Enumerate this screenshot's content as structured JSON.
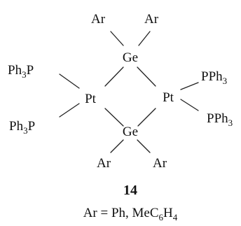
{
  "structure": {
    "ge_top": "Ge",
    "ge_bottom": "Ge",
    "pt_left": "Pt",
    "pt_right": "Pt",
    "ar_top_left": "Ar",
    "ar_top_right": "Ar",
    "ar_bottom_left": "Ar",
    "ar_bottom_right": "Ar",
    "ligand_left_top": {
      "main": "Ph",
      "sub": "3",
      "tail": "P"
    },
    "ligand_left_bottom": {
      "main": "Ph",
      "sub": "3",
      "tail": "P"
    },
    "ligand_right_top": {
      "main": "PPh",
      "sub": "3"
    },
    "ligand_right_bottom": {
      "main": "PPh",
      "sub": "3"
    }
  },
  "compound_number": "14",
  "definition": {
    "prefix": "Ar = Ph, MeC",
    "sub1": "6",
    "mid": "H",
    "sub2": "4"
  }
}
